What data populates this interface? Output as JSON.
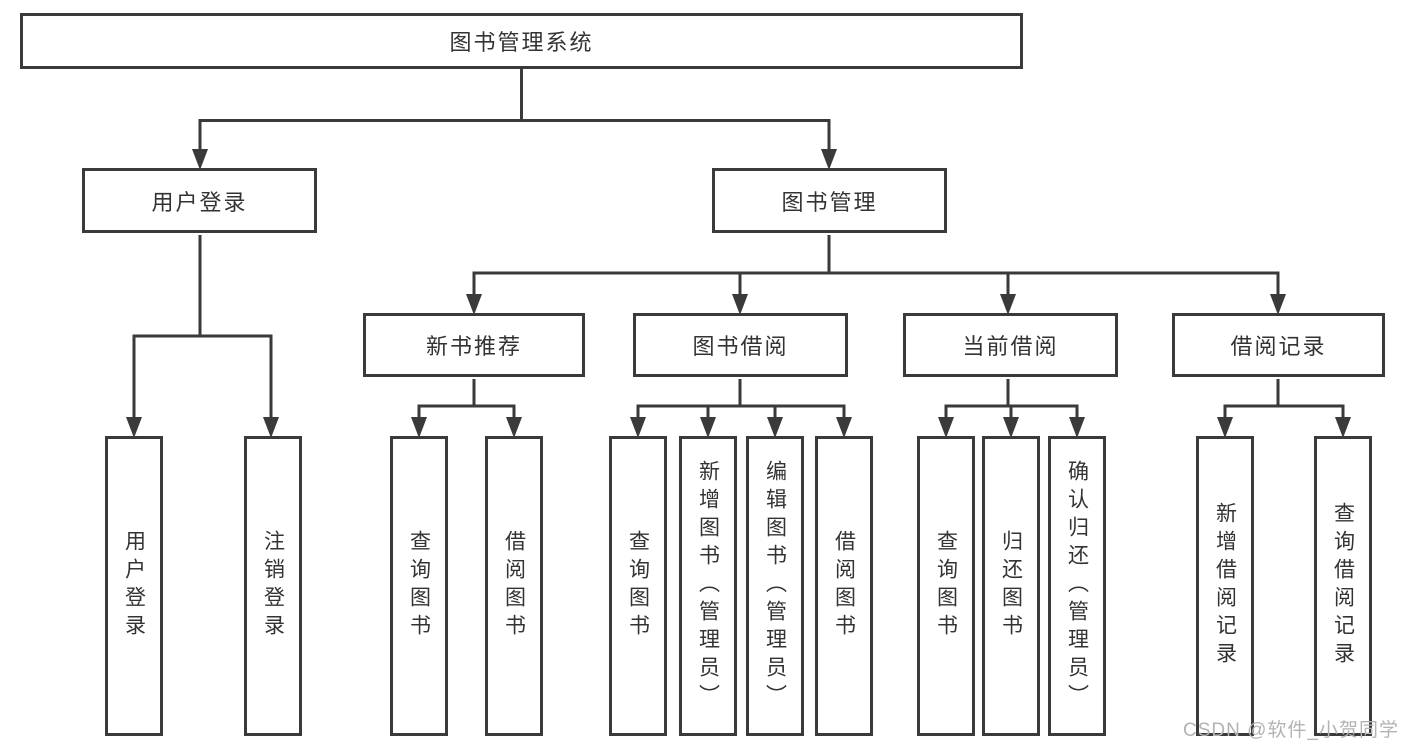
{
  "diagram": {
    "title": "图书管理系统",
    "nodes": {
      "root": "图书管理系统",
      "user_login": "用户登录",
      "book_mgmt": "图书管理",
      "new_book_rec": "新书推荐",
      "book_borrow": "图书借阅",
      "current_borrow": "当前借阅",
      "borrow_record": "借阅记录",
      "ul_login": "用户登录",
      "ul_logout": "注销登录",
      "nbr_query": "查询图书",
      "nbr_borrow": "借阅图书",
      "bb_query": "查询图书",
      "bb_add": "新增图书（管理员）",
      "bb_edit": "编辑图书（管理员）",
      "bb_borrow": "借阅图书",
      "cb_query": "查询图书",
      "cb_return": "归还图书",
      "cb_confirm": "确认归还（管理员）",
      "br_add": "新增借阅记录",
      "br_query": "查询借阅记录"
    },
    "colors": {
      "line": "#3a3a3a",
      "text": "#333333",
      "background": "#ffffff",
      "watermark": "#b3b3b3"
    }
  },
  "watermark": {
    "text": "CSDN @软件_小贺同学"
  }
}
